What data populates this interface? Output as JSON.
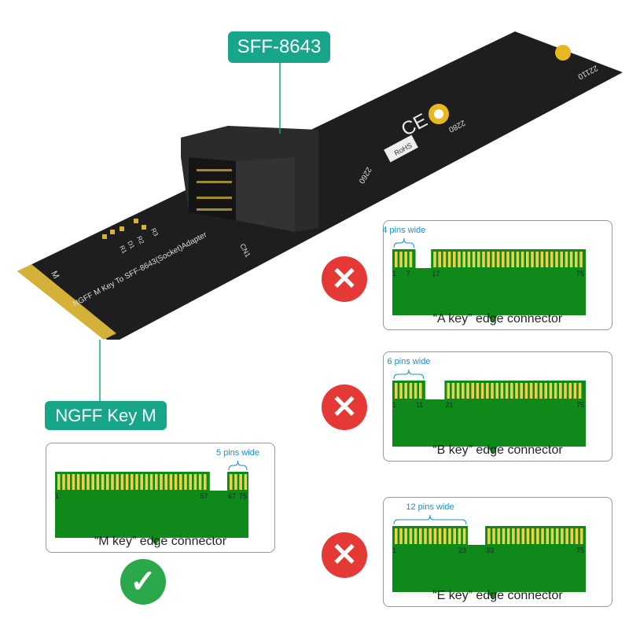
{
  "callouts": {
    "top": "SFF-8643",
    "bottom": "NGFF Key M"
  },
  "board": {
    "title": "NGFF M Key To SFF-8643(Socket)Adapter",
    "key_mark": "M",
    "sizes": [
      "2260",
      "2280",
      "22110"
    ],
    "connector": "CN1",
    "components": [
      "R1",
      "D1",
      "R2",
      "R3"
    ],
    "rohs": "RoHS",
    "ce": "CE"
  },
  "panels": [
    {
      "id": "A",
      "caption": "“A key”  edge connector",
      "width_note": "4 pins wide",
      "pins": [
        "1",
        "7",
        "17",
        "75"
      ],
      "compatible": false
    },
    {
      "id": "B",
      "caption": "“B key”  edge connector",
      "width_note": "6 pins wide",
      "pins": [
        "1",
        "11",
        "21",
        "75"
      ],
      "compatible": false
    },
    {
      "id": "E",
      "caption": "“E key”  edge connector",
      "width_note": "12 pins wide",
      "pins": [
        "1",
        "23",
        "33",
        "75"
      ],
      "compatible": false
    },
    {
      "id": "M",
      "caption": "“M key”  edge connector",
      "width_note": "5 pins wide",
      "pins": [
        "1",
        "57",
        "67",
        "75"
      ],
      "compatible": true
    }
  ],
  "colors": {
    "accent": "#17a689",
    "pcb": "#0f8a1a",
    "gold": "#e8d24a",
    "error": "#e53935",
    "ok": "#2aa84a",
    "note": "#1a8fd0"
  },
  "icons": {
    "error": "x-circle-icon",
    "ok": "check-circle-icon"
  }
}
